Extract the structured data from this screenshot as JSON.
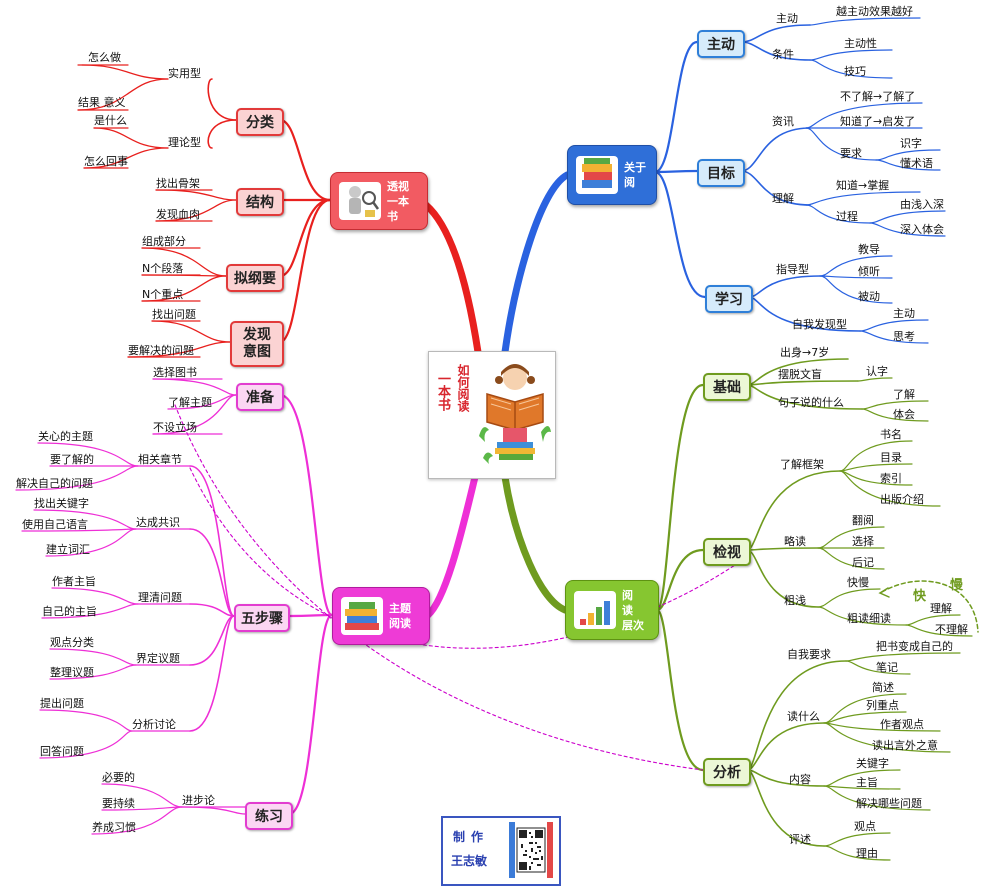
{
  "center": {
    "line1": "如何阅读",
    "line2": "一本书"
  },
  "credit": {
    "line1": "制作",
    "line2": "王志敏"
  },
  "colors": {
    "red": "#e8201e",
    "blue": "#2a62e0",
    "green": "#6f9b1f",
    "magenta": "#ee2fd6",
    "dashed": "#cc00cc"
  },
  "branches": {
    "toushi": {
      "title": "透视一本书",
      "title_lines": [
        "透视",
        "一本",
        "书"
      ],
      "icon": "reading-figure-icon",
      "items": [
        {
          "label": "分类",
          "children": [
            {
              "label": "实用型",
              "children": [
                "怎么做",
                "结果 意义"
              ]
            },
            {
              "label": "理论型",
              "children": [
                "是什么",
                "怎么回事"
              ]
            }
          ]
        },
        {
          "label": "结构",
          "children": [
            "找出骨架",
            "发现血肉"
          ]
        },
        {
          "label": "拟纲要",
          "children": [
            "组成部分",
            "N个段落",
            "N个重点"
          ]
        },
        {
          "label": "发现意图",
          "children": [
            "找出问题",
            "要解决的问题"
          ]
        }
      ]
    },
    "guanyu": {
      "title": "关于阅",
      "title_lines": [
        "关于",
        "阅"
      ],
      "icon": "books-stack-icon",
      "items": [
        {
          "label": "主动",
          "children": [
            {
              "label": "主动",
              "children": [
                "越主动效果越好"
              ]
            },
            {
              "label": "条件",
              "children": [
                "主动性",
                "技巧"
              ]
            }
          ]
        },
        {
          "label": "目标",
          "children": [
            {
              "label": "资讯",
              "children": [
                "不了解→了解了",
                "知道了→启发了",
                {
                  "label": "要求",
                  "children": [
                    "识字",
                    "懂术语"
                  ]
                }
              ]
            },
            {
              "label": "理解",
              "children": [
                "知道→掌握",
                {
                  "label": "过程",
                  "children": [
                    "由浅入深",
                    "深入体会"
                  ]
                }
              ]
            }
          ]
        },
        {
          "label": "学习",
          "children": [
            {
              "label": "指导型",
              "children": [
                "教导",
                "倾听",
                "被动"
              ]
            },
            {
              "label": "自我发现型",
              "children": [
                "主动",
                "思考"
              ]
            }
          ]
        }
      ]
    },
    "cengci": {
      "title": "阅读层次",
      "title_lines": [
        "阅",
        "读",
        "层次"
      ],
      "icon": "steps-chart-icon",
      "items": [
        {
          "label": "基础",
          "children": [
            "出身→7岁",
            {
              "label": "摆脱文盲",
              "children": [
                "认字"
              ]
            },
            {
              "label": "句子说的什么",
              "children": [
                "了解",
                "体会"
              ]
            }
          ]
        },
        {
          "label": "检视",
          "children": [
            {
              "label": "了解框架",
              "children": [
                "书名",
                "目录",
                "索引",
                "出版介绍"
              ]
            },
            {
              "label": "略读",
              "children": [
                "翻阅",
                "选择",
                "后记"
              ]
            },
            {
              "label": "粗浅",
              "children": [
                "快慢",
                {
                  "label": "粗读细读",
                  "children": [
                    "理解",
                    "不理解"
                  ]
                }
              ]
            }
          ]
        },
        {
          "label": "分析",
          "children": [
            {
              "label": "自我要求",
              "children": [
                "把书变成自己的",
                "笔记"
              ]
            },
            {
              "label": "读什么",
              "children": [
                "简述",
                "列重点",
                "作者观点",
                "读出言外之意"
              ]
            },
            {
              "label": "内容",
              "children": [
                "关键字",
                "主旨",
                "解决哪些问题"
              ]
            },
            {
              "label": "评述",
              "children": [
                "观点",
                "理由"
              ]
            }
          ]
        }
      ],
      "annotation": {
        "kuai": "快",
        "man": "慢"
      }
    },
    "zhuti": {
      "title": "主题阅读",
      "title_lines": [
        "主题",
        "阅读"
      ],
      "icon": "colorful-books-icon",
      "items": [
        {
          "label": "准备",
          "children": [
            "选择图书",
            "了解主题",
            "不设立场"
          ]
        },
        {
          "label": "五步骤",
          "children": [
            {
              "label": "相关章节",
              "children": [
                "关心的主题",
                "要了解的",
                "解决自己的问题"
              ]
            },
            {
              "label": "达成共识",
              "children": [
                "找出关键字",
                "使用自己语言",
                "建立词汇"
              ]
            },
            {
              "label": "理清问题",
              "children": [
                "作者主旨",
                "自己的主旨"
              ]
            },
            {
              "label": "界定议题",
              "children": [
                "观点分类",
                "整理议题"
              ]
            },
            {
              "label": "分析讨论",
              "children": [
                "提出问题",
                "回答问题"
              ]
            }
          ]
        },
        {
          "label": "练习",
          "children": [
            {
              "label": "进步论",
              "children": [
                "必要的",
                "要持续",
                "养成习惯"
              ]
            }
          ]
        }
      ]
    }
  }
}
